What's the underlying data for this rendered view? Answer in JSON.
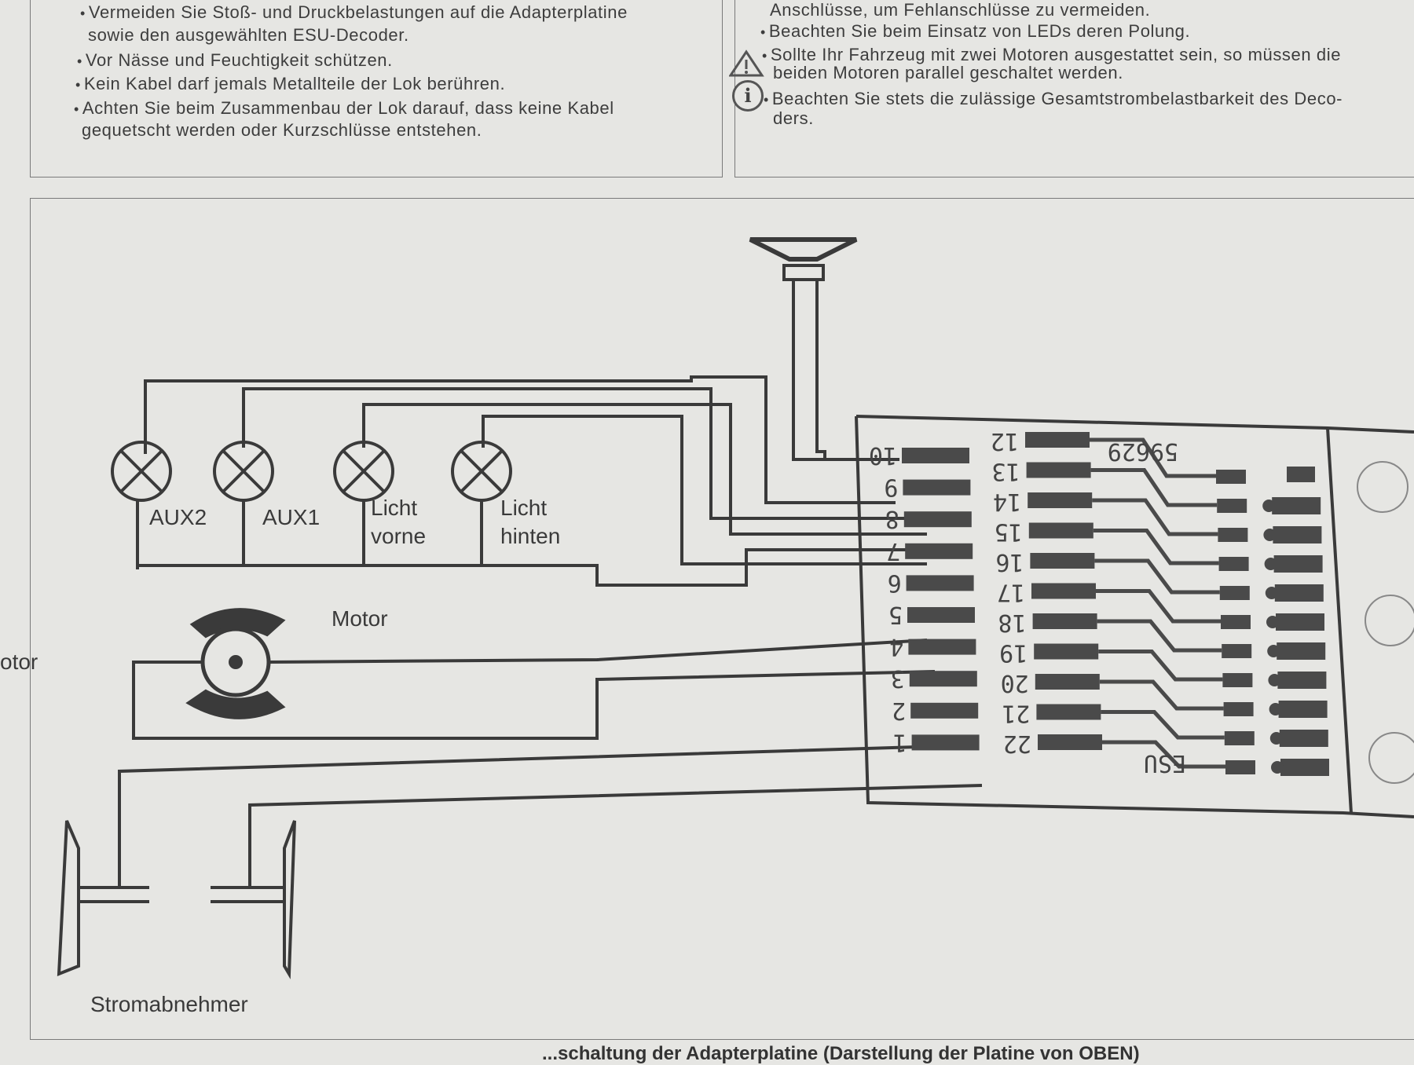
{
  "notes_left": [
    {
      "text": "Vermeiden Sie Stoß- und Druckbelastungen auf die Adapterplatine"
    },
    {
      "text": "sowie den ausgewählten ESU-Decoder.",
      "continuation": true
    },
    {
      "text": "Vor Nässe und Feuchtigkeit schützen."
    },
    {
      "text": "Kein Kabel darf jemals Metallteile der Lok berühren."
    },
    {
      "text": "Achten Sie beim Zusammenbau der Lok darauf, dass keine Kabel"
    },
    {
      "text": "gequetscht werden oder Kurzschlüsse entstehen.",
      "continuation": true
    }
  ],
  "notes_right": [
    {
      "text": "Anschlüsse, um Fehlanschlüsse zu vermeiden.",
      "continuation": true
    },
    {
      "text": "Beachten Sie beim Einsatz von LEDs deren Polung."
    },
    {
      "text": "Sollte Ihr Fahrzeug mit zwei Motoren ausgestattet sein, so müssen die",
      "icon": "warning-icon"
    },
    {
      "text": "beiden Motoren parallel geschaltet werden.",
      "continuation": true
    },
    {
      "text": "Beachten Sie stets die zulässige Gesamtstrombelastbarkeit des Deco-",
      "icon": "info-icon"
    },
    {
      "text": "ders.",
      "continuation": true
    }
  ],
  "diagram": {
    "lamps": [
      "AUX2",
      "AUX1",
      "Licht vorne",
      "Licht hinten"
    ],
    "motor_label": "Motor",
    "motor_cut_label": "otor",
    "pickup_label": "Stromabnehmer",
    "left_pins": [
      "10",
      "9",
      "8",
      "7",
      "6",
      "5",
      "4",
      "3",
      "2",
      "1"
    ],
    "right_pins": [
      "12",
      "13",
      "14",
      "15",
      "16",
      "17",
      "18",
      "19",
      "20",
      "21",
      "22"
    ],
    "board_text": "ESU",
    "board_code": "59629"
  },
  "caption": "...schaltung der Adapterplatine (Darstellung der Platine von OBEN)",
  "colors": {
    "paper": "#e6e6e3",
    "ink": "#3a3a3a",
    "pad": "#4a4a4a"
  }
}
